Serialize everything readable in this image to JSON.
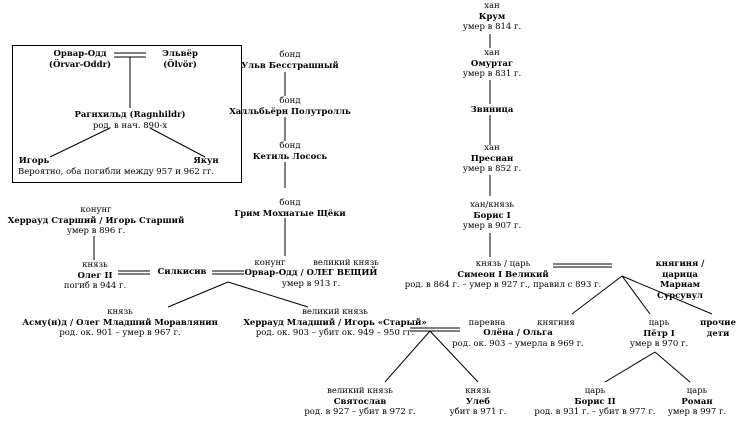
{
  "nodes": {
    "orvar_box": {
      "title": "",
      "name": "Орвар-Одд\n(Örvar-Oddr)",
      "note": ""
    },
    "elver": {
      "title": "",
      "name": "Эльвёр\n(Ölvör)",
      "note": ""
    },
    "ragnhild": {
      "title": "",
      "name": "Рагнхильд (Ragnhildr)",
      "note": "род. в нач. 890-х"
    },
    "igor_box": {
      "title": "",
      "name": "Игорь",
      "note": ""
    },
    "yakun": {
      "title": "",
      "name": "Якун",
      "note": ""
    },
    "box_note": "Вероятно, оба погибли между 957 и 962 гг.",
    "ulv": {
      "title": "бонд",
      "name": "Ульв Бесстрашный",
      "note": ""
    },
    "hallbjorn": {
      "title": "бонд",
      "name": "Халльбьёрн Полутролль",
      "note": ""
    },
    "ketil": {
      "title": "бонд",
      "name": "Кетиль Лосось",
      "note": ""
    },
    "grim": {
      "title": "бонд",
      "name": "Грим Мохнатые Щёки",
      "note": ""
    },
    "herraud_sr": {
      "title": "конунг",
      "name": "Херрауд Старший / Игорь Старший",
      "note": "умер в 896 г."
    },
    "oleg2": {
      "title": "князь",
      "name": "Олег II",
      "note": "погиб в 944 г."
    },
    "silkisif": {
      "title": "",
      "name": "Силкисив",
      "note": ""
    },
    "oleg_veshchiy": {
      "title": "конунг",
      "title2": "великий князь",
      "name": "Орвар-Одд / ОЛЕГ ВЕЩИЙ",
      "note": "умер в 913 г."
    },
    "asmud": {
      "title": "князь",
      "name": "Асму(н)д / Олег Младший Моравлянин",
      "note": "род. ок. 901 – умер в 967 г."
    },
    "herraud_jr": {
      "title": "великий князь",
      "name": "Херрауд Младший / Игорь «Старый»",
      "note": "род. ок. 903 – убит ок. 949 – 950 гг."
    },
    "olga": {
      "title": "паревна",
      "title2": "княгиня",
      "name": "Олёна / Ольга",
      "note": "род. ок. 903 – умерла в 969 г."
    },
    "svyatoslav": {
      "title": "великий князь",
      "name": "Святослав",
      "note": "род. в 927 – убит в 972 г."
    },
    "uleb": {
      "title": "князь",
      "name": "Улеб",
      "note": "убит в 971 г."
    },
    "krum": {
      "title": "хан",
      "name": "Крум",
      "note": "умер в 814 г."
    },
    "omurtag": {
      "title": "хан",
      "name": "Омуртаг",
      "note": "умер в 831 г."
    },
    "zvinitsa": {
      "title": "",
      "name": "Звиница",
      "note": ""
    },
    "presian": {
      "title": "хан",
      "name": "Пресиан",
      "note": "умер в 852 г."
    },
    "boris1": {
      "title": "хан/князь",
      "name": "Борис I",
      "note": "умер в 907 г."
    },
    "simeon": {
      "title": "князь / царь",
      "name": "Симеон I Великий",
      "note": "род. в 864 г. – умер в 927 г., правил с 893 г."
    },
    "mariam": {
      "title": "",
      "name": "княгиня / царица\nМариам Сурсувул",
      "note": ""
    },
    "petr": {
      "title": "царь",
      "name": "Пётр I",
      "note": "умер в 970 г."
    },
    "other_children": {
      "title": "",
      "name": "прочие\nдети",
      "note": ""
    },
    "boris2": {
      "title": "царь",
      "name": "Борис II",
      "note": "род. в 931 г. – убит в 977 г."
    },
    "roman": {
      "title": "царь",
      "name": "Роман",
      "note": "умер в 997 г."
    }
  }
}
